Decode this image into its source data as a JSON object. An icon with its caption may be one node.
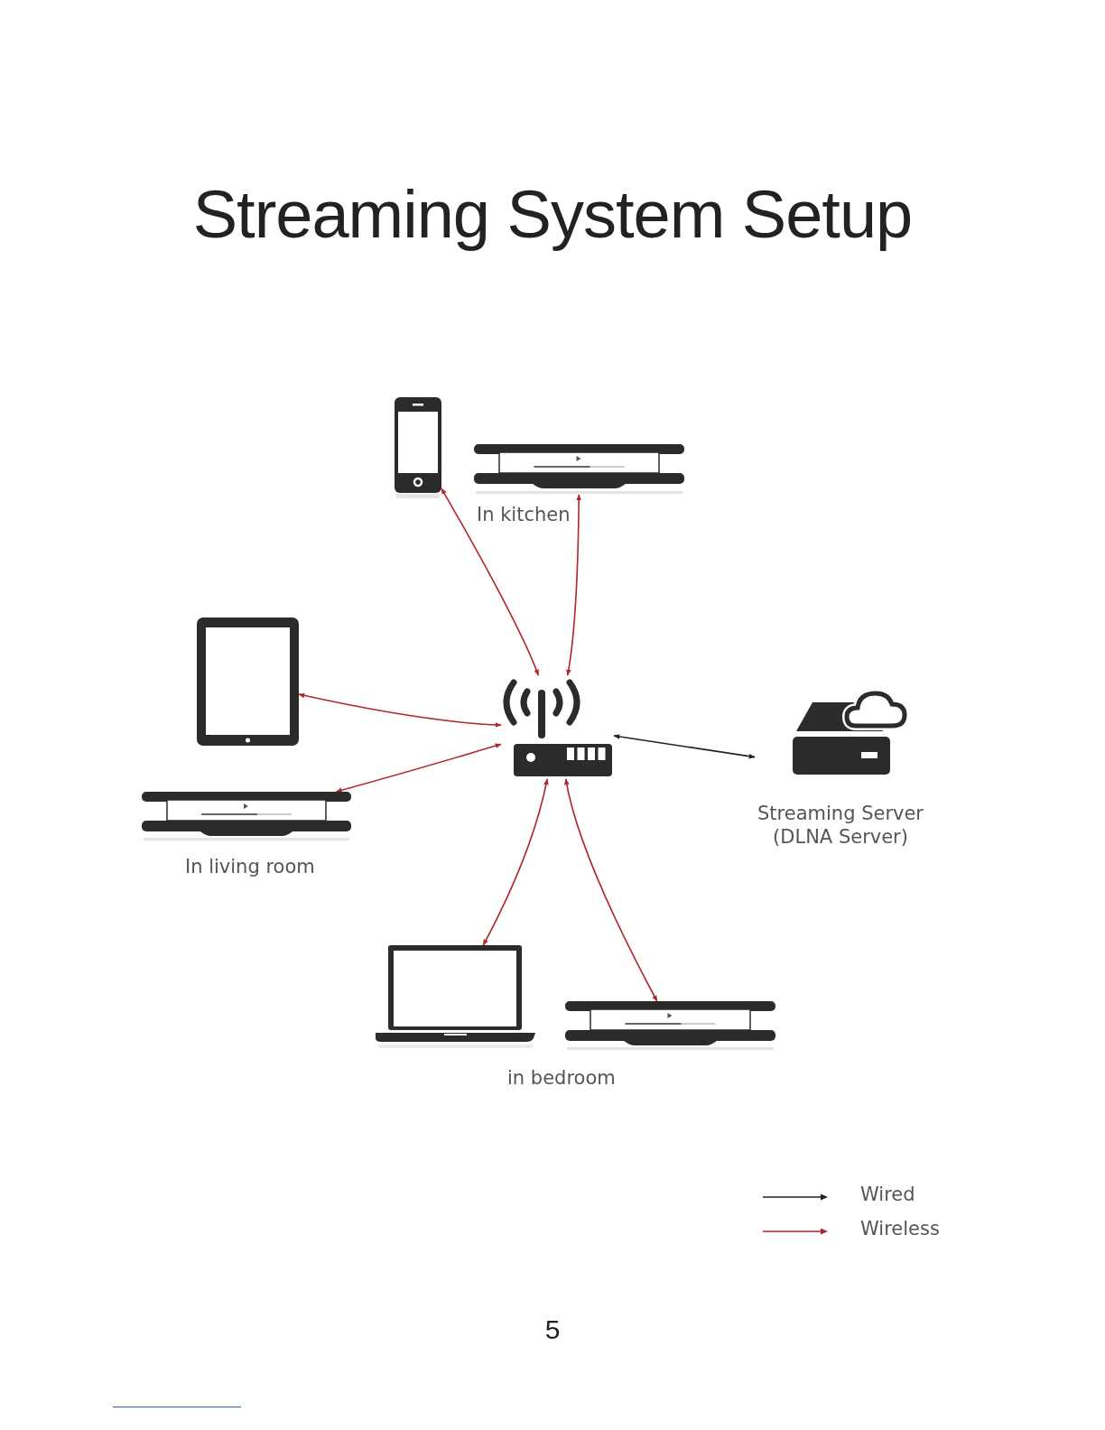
{
  "diagram": {
    "title": "Streaming System Setup",
    "nodes": [
      {
        "text": [
          "In kitchen"
        ]
      },
      {
        "text": [],
        "shape": "picture",
        "in": 0
      },
      {
        "text": [],
        "shape": "picture",
        "in": 0
      },
      {
        "text": [
          "In living room"
        ]
      },
      {
        "text": [],
        "shape": "picture",
        "in": 3
      },
      {
        "text": [],
        "shape": "picture",
        "in": 3
      },
      {
        "text": [],
        "shape": "picture"
      },
      {
        "text": [
          "Streaming Server (DLNA Server)"
        ]
      },
      {
        "text": [
          "in bedroom"
        ]
      },
      {
        "text": [],
        "shape": "picture",
        "in": 8
      },
      {
        "text": [],
        "shape": "picture",
        "in": 8
      }
    ],
    "edges": [
      {
        "from": 1,
        "to": 6,
        "arrow": "both"
      },
      {
        "from": 6,
        "to": 2,
        "arrow": "both"
      },
      {
        "from": 4,
        "to": 6,
        "arrow": "both"
      },
      {
        "from": 6,
        "to": 5,
        "arrow": "both"
      },
      {
        "from": 9,
        "to": 6,
        "arrow": "both"
      },
      {
        "from": 6,
        "to": 10,
        "arrow": "both"
      },
      {
        "from": 6,
        "to": 7,
        "arrow": "both",
        "color": "#222222"
      }
    ],
    "labels": [
      "5"
    ],
    "legend": [
      {
        "text": "Wired"
      },
      {
        "text": "Wireless"
      }
    ]
  }
}
